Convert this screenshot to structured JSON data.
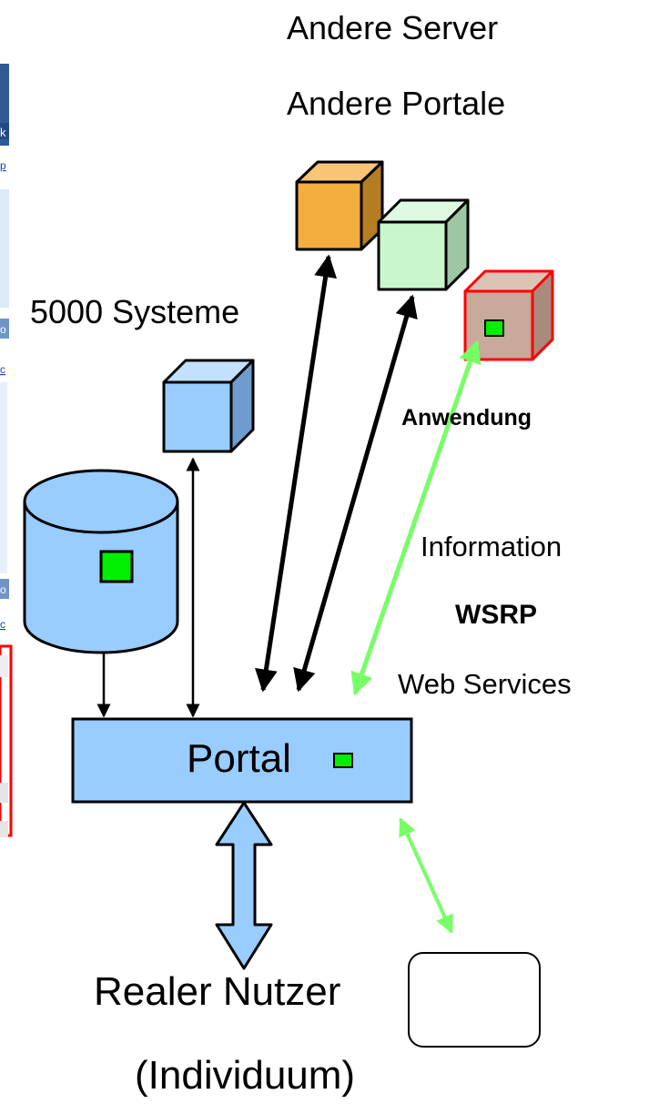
{
  "labels": {
    "andere_server": "Andere Server",
    "andere_portale": "Andere Portale",
    "systeme": "5000 Systeme",
    "anwendung": "Anwendung",
    "information": "Information",
    "wsrp": "WSRP",
    "web_services": "Web Services",
    "portal": "Portal",
    "realer_nutzer": "Realer Nutzer",
    "individuum": "(Individuum)"
  },
  "colors": {
    "orange_cube": "#f3ae3d",
    "light_green_cube": "#c9f7cb",
    "brown_cube": "#c8a99a",
    "blue_element": "#99ccff",
    "green_square": "#00ee00",
    "light_green_arrow": "#77ff66",
    "red_border": "#ff0000"
  }
}
